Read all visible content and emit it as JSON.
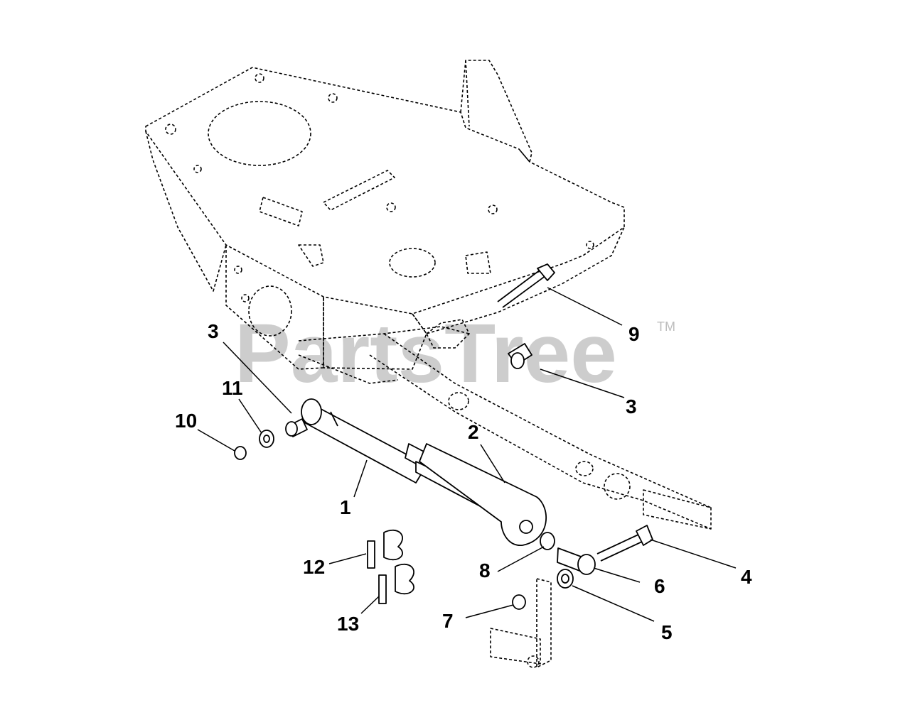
{
  "watermark": {
    "text": "PartsTree",
    "trademark": "TM"
  },
  "callouts": [
    "1",
    "2",
    "3",
    "3",
    "4",
    "5",
    "6",
    "7",
    "8",
    "9",
    "10",
    "11",
    "12",
    "13"
  ]
}
